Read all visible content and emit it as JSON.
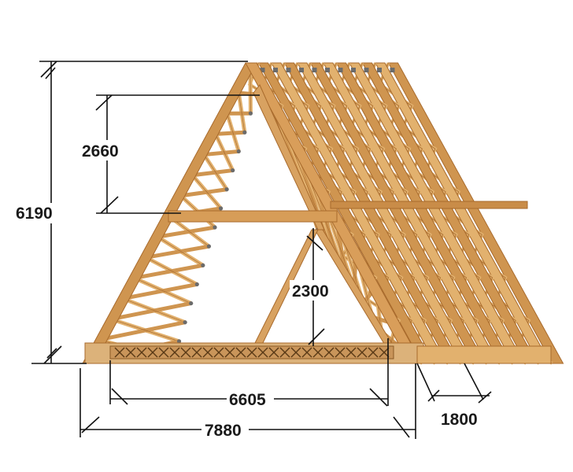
{
  "dimensions": {
    "total_height": "6190",
    "upper_room_height": "2660",
    "lower_room_height": "2300",
    "inner_width": "6605",
    "outer_width": "7880",
    "overhang_depth": "1800"
  },
  "colors": {
    "wood_light": "#e2b16e",
    "wood_mid": "#cf9550",
    "wood_dark": "#a86a2c",
    "connector": "#6b6b6b",
    "dim_line": "#111111"
  }
}
